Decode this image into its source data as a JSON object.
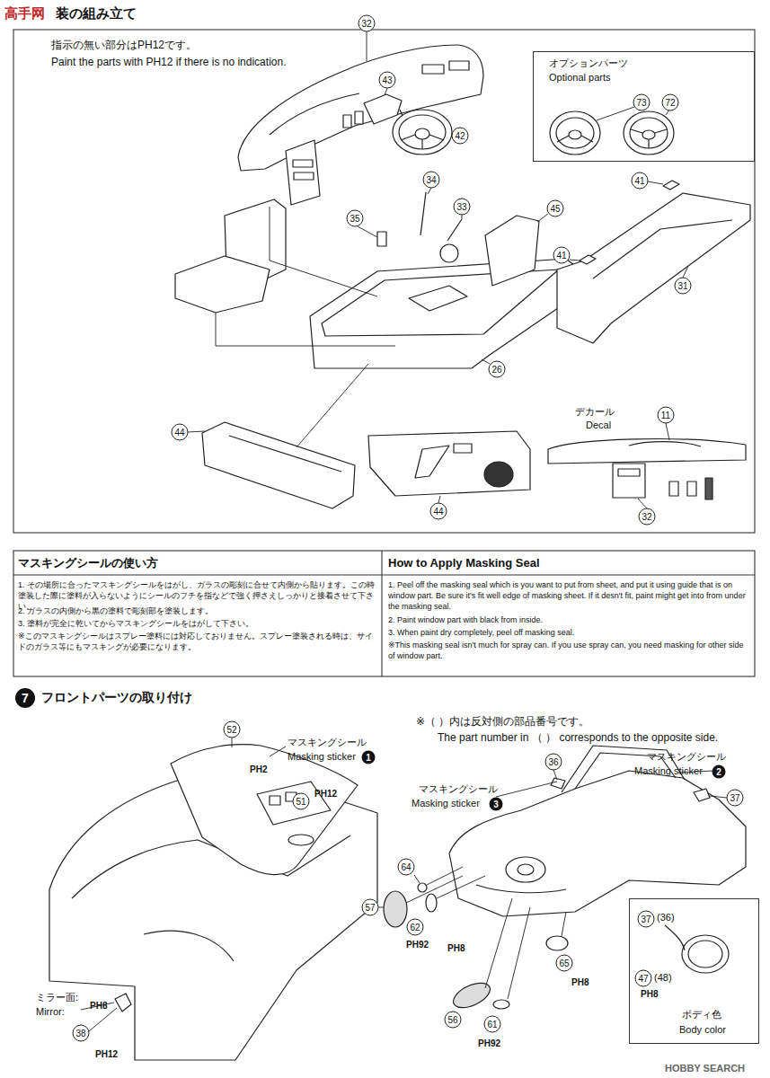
{
  "diagram": {
    "title": "装の組み立て",
    "nodes": [
      {
        "text": [
          "オプションパーツ",
          "Optional parts",
          "73",
          "72"
        ]
      },
      {
        "text": [
          "37",
          "(36)",
          "47",
          "(48)",
          "PH8",
          "ボディ色",
          "Body color"
        ]
      }
    ],
    "labels": [
      "高手网",
      "指示の無い部分はPH12です。",
      "Paint the parts with PH12 if there is no indication.",
      "32",
      "43",
      "42",
      "34",
      "33",
      "35",
      "45",
      "41",
      "41",
      "31",
      "26",
      "44",
      "44",
      "デカール",
      "Decal",
      "11",
      "32",
      "マスキングシールの使い方",
      "How to Apply Masking Seal",
      "1. その場所に合ったマスキングシールをはがし、ガラスの彫刻に合せて内側から貼ります。この時塗装した際に塗料が入らないようにシールのフチを指などで強く押さえしっかりと接着させて下さい。",
      "2. ガラスの内側から黒の塗料で彫刻部を塗装します。",
      "3. 塗料が完全に乾いてからマスキングシールをはがして下さい。",
      "※このマスキングシールはスプレー塗料には対応しておりません。スプレー塗装される時は、サイドのガラス等にもマスキングが必要になります。",
      "1. Peel off the masking seal which is you want to put from sheet, and put it using guide that is on window part. Be sure it's fit well edge of masking sheet. If it desn't fit, paint might get into from under the masking seal.",
      "2. Paint window part with black from inside.",
      "3. When paint dry completely, peel off masking seal.",
      "※This masking seal isn't much for spray can. If you use spray can, you need masking for other side of window part.",
      "7",
      "フロントパーツの取り付け",
      "52",
      "マスキングシール",
      "Masking sticker",
      "1",
      "PH2",
      "51",
      "PH12",
      "ミラー面:",
      "Mirror:",
      "PH8",
      "38",
      "PH12",
      "※（ ）内は反対側の部品番号です。",
      "The part number in （ ） corresponds to the opposite side.",
      "36",
      "マスキングシール",
      "Masking sticker",
      "2",
      "マスキングシール",
      "Masking sticker",
      "3",
      "37",
      "64",
      "57",
      "62",
      "PH92",
      "PH8",
      "56",
      "61",
      "PH92",
      "65",
      "PH8",
      "HOBBY SEARCH"
    ]
  }
}
